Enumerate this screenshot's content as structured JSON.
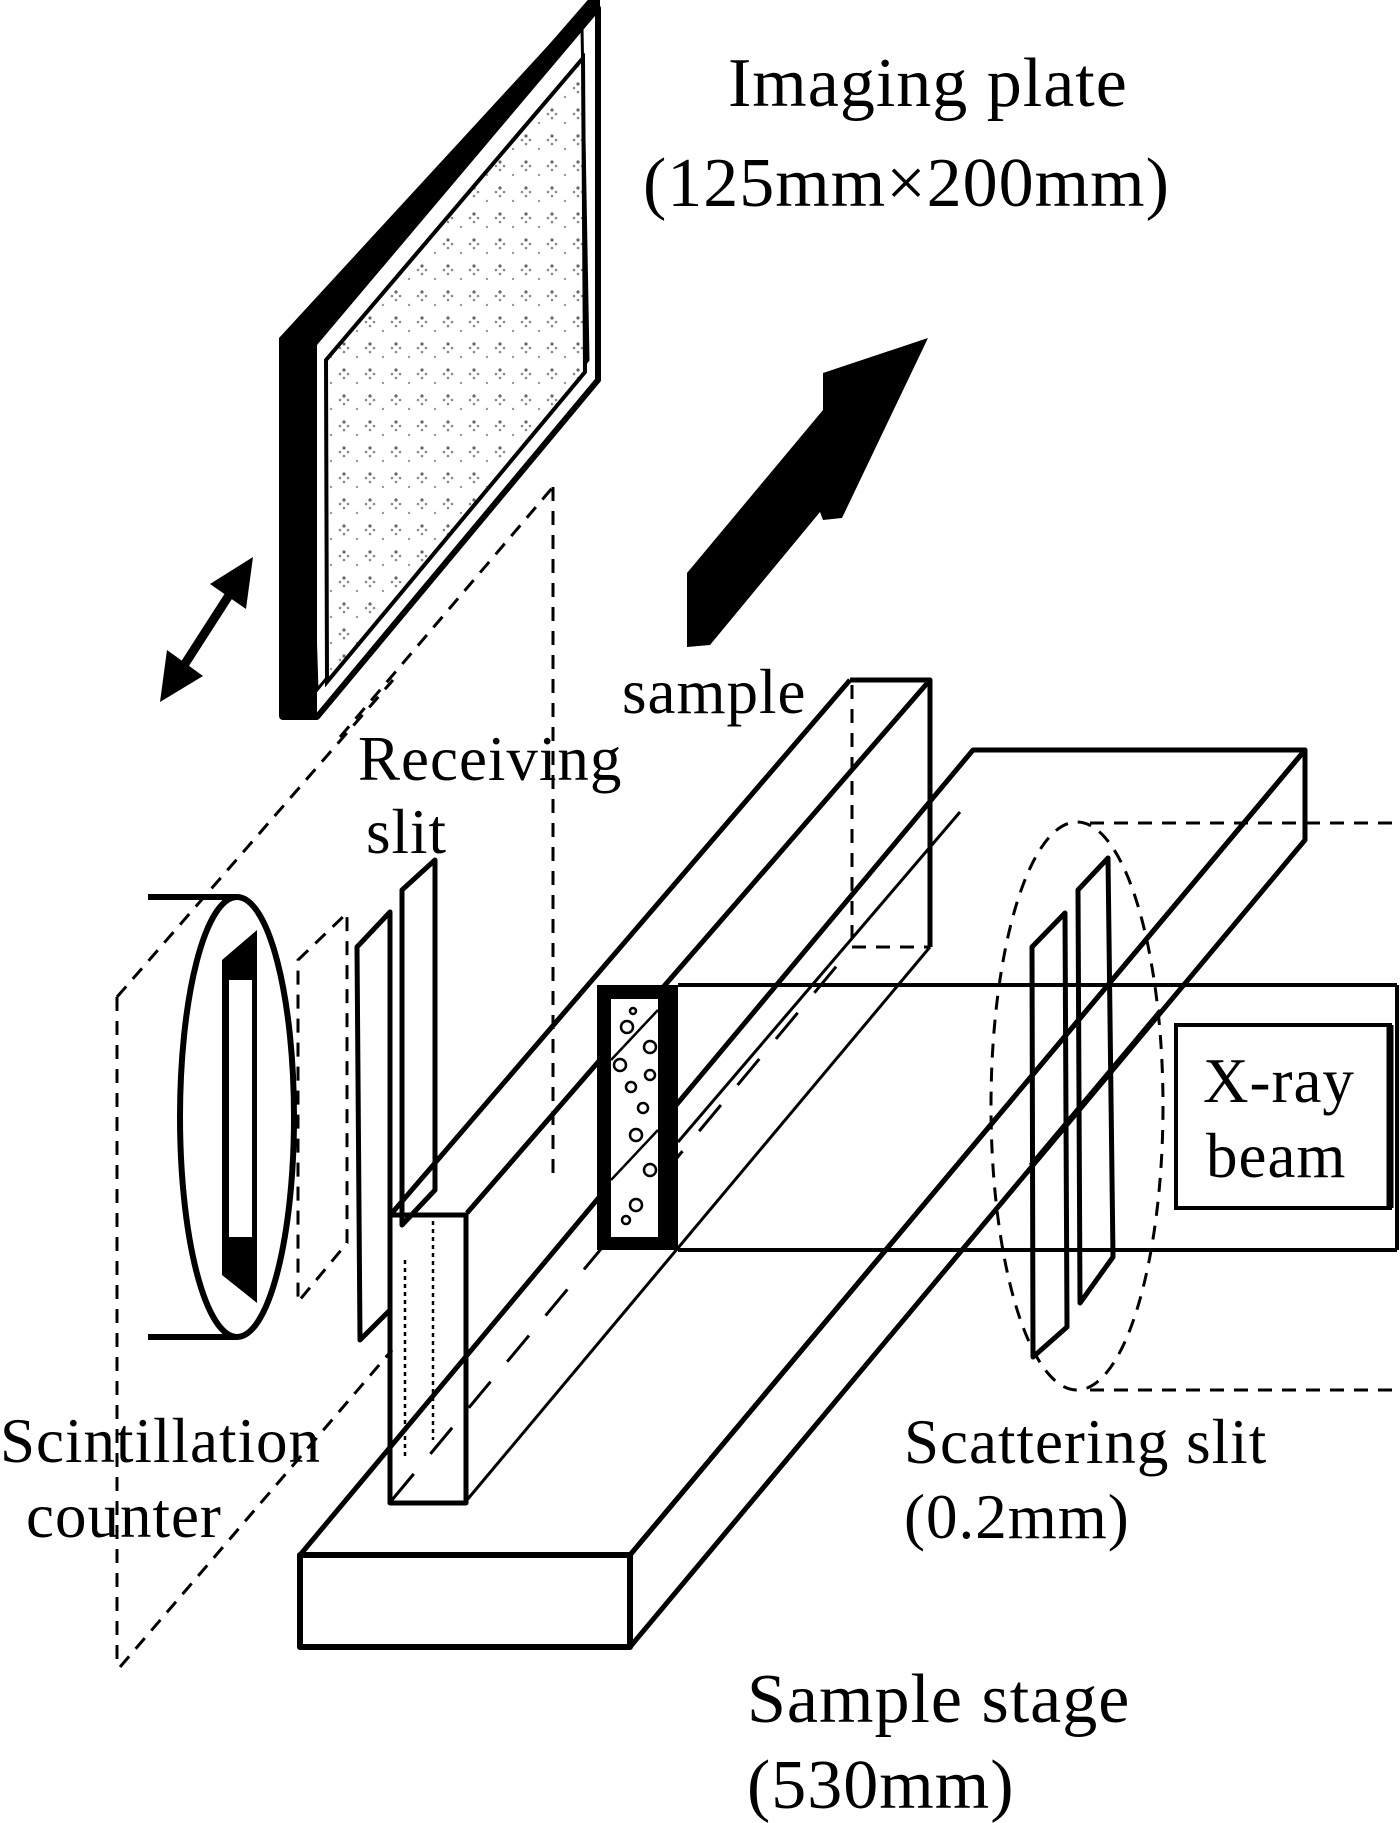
{
  "figure": {
    "description": "Schematic of X-ray scattering measurement setup with imaging plate, sample, slits and sample stage",
    "colors": {
      "ink": "#000000",
      "background": "#ffffff",
      "dot_shading": "#555555"
    }
  },
  "labels": {
    "imaging_plate": {
      "line1": "Imaging plate",
      "line2": "(125mm×200mm)"
    },
    "sample": "sample",
    "receiving_slit": {
      "line1": "Receiving",
      "line2": "slit"
    },
    "scintillation_counter": {
      "line1": "Scintillation",
      "line2": "counter"
    },
    "xray_beam": {
      "line1": "X-ray",
      "line2": "beam"
    },
    "scattering_slit": {
      "line1": "Scattering slit",
      "line2": "(0.2mm)"
    },
    "sample_stage": {
      "line1": "Sample stage",
      "line2": "(530mm)"
    }
  },
  "components": [
    {
      "id": "imaging-plate",
      "name": "Imaging plate",
      "size": "125mm×200mm"
    },
    {
      "id": "sample",
      "name": "sample"
    },
    {
      "id": "receiving-slit",
      "name": "Receiving slit"
    },
    {
      "id": "scintillation-counter",
      "name": "Scintillation counter"
    },
    {
      "id": "xray-beam",
      "name": "X-ray beam"
    },
    {
      "id": "scattering-slit",
      "name": "Scattering slit",
      "size": "0.2mm"
    },
    {
      "id": "sample-stage",
      "name": "Sample stage",
      "size": "530mm"
    }
  ],
  "icons": {
    "plate_motion": "double-arrow-icon",
    "scatter_direction": "bold-arrow-icon"
  }
}
